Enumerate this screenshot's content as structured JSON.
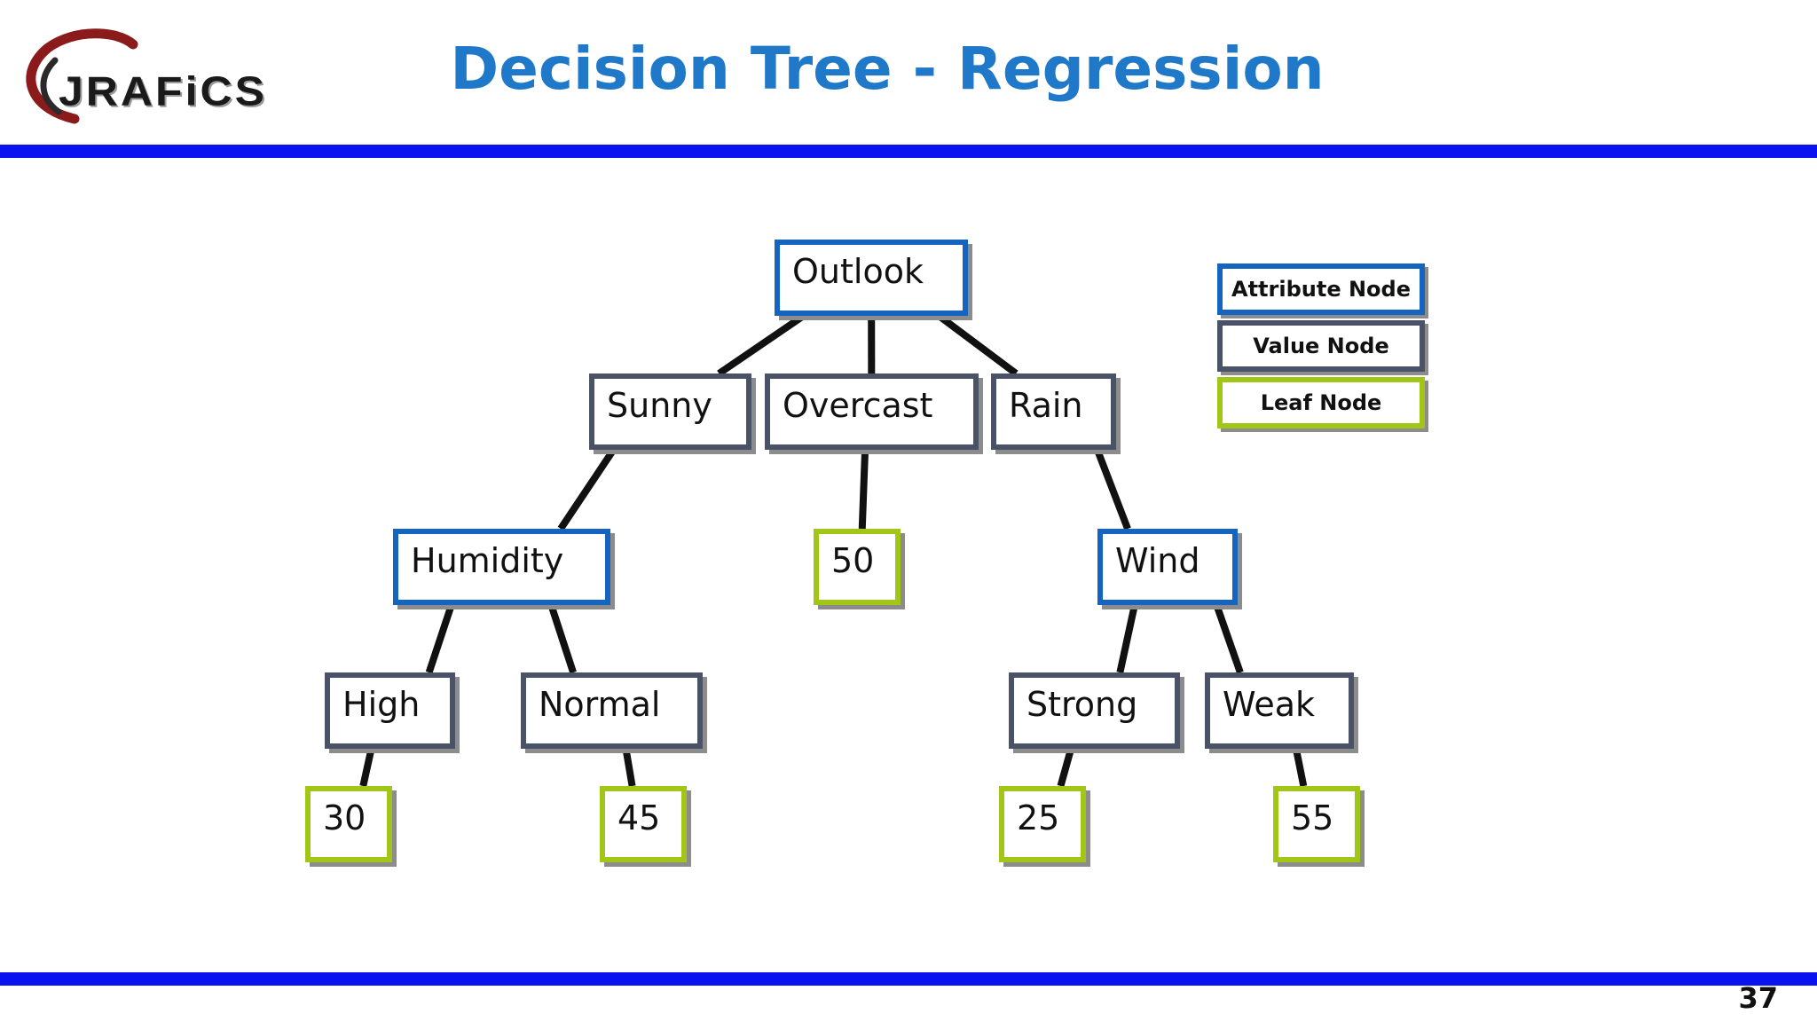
{
  "logo": {
    "text": "JRAFiCS",
    "ring_color": "#8b1a1a"
  },
  "header": {
    "title": "Decision Tree - Regression"
  },
  "page_number": "37",
  "colors": {
    "title": "#1f78c8",
    "rule": "#0a12f0",
    "attribute_border": "#1565c0",
    "value_border": "#4a5268",
    "leaf_border": "#a2c617",
    "edge": "#111111"
  },
  "tree": {
    "outlook": "Outlook",
    "sunny": "Sunny",
    "overcast": "Overcast",
    "rain": "Rain",
    "humidity": "Humidity",
    "overcast_leaf": "50",
    "wind": "Wind",
    "high": "High",
    "normal": "Normal",
    "strong": "Strong",
    "weak": "Weak",
    "high_leaf": "30",
    "normal_leaf": "45",
    "strong_leaf": "25",
    "weak_leaf": "55"
  },
  "edges": [
    [
      "outlook",
      "sunny"
    ],
    [
      "outlook",
      "overcast"
    ],
    [
      "outlook",
      "rain"
    ],
    [
      "sunny",
      "humidity"
    ],
    [
      "overcast",
      "overcast_leaf"
    ],
    [
      "rain",
      "wind"
    ],
    [
      "humidity",
      "high"
    ],
    [
      "humidity",
      "normal"
    ],
    [
      "wind",
      "strong"
    ],
    [
      "wind",
      "weak"
    ],
    [
      "high",
      "high_leaf"
    ],
    [
      "normal",
      "normal_leaf"
    ],
    [
      "strong",
      "strong_leaf"
    ],
    [
      "weak",
      "weak_leaf"
    ]
  ],
  "legend": {
    "attribute": "Attribute Node",
    "value": "Value Node",
    "leaf": "Leaf Node"
  }
}
